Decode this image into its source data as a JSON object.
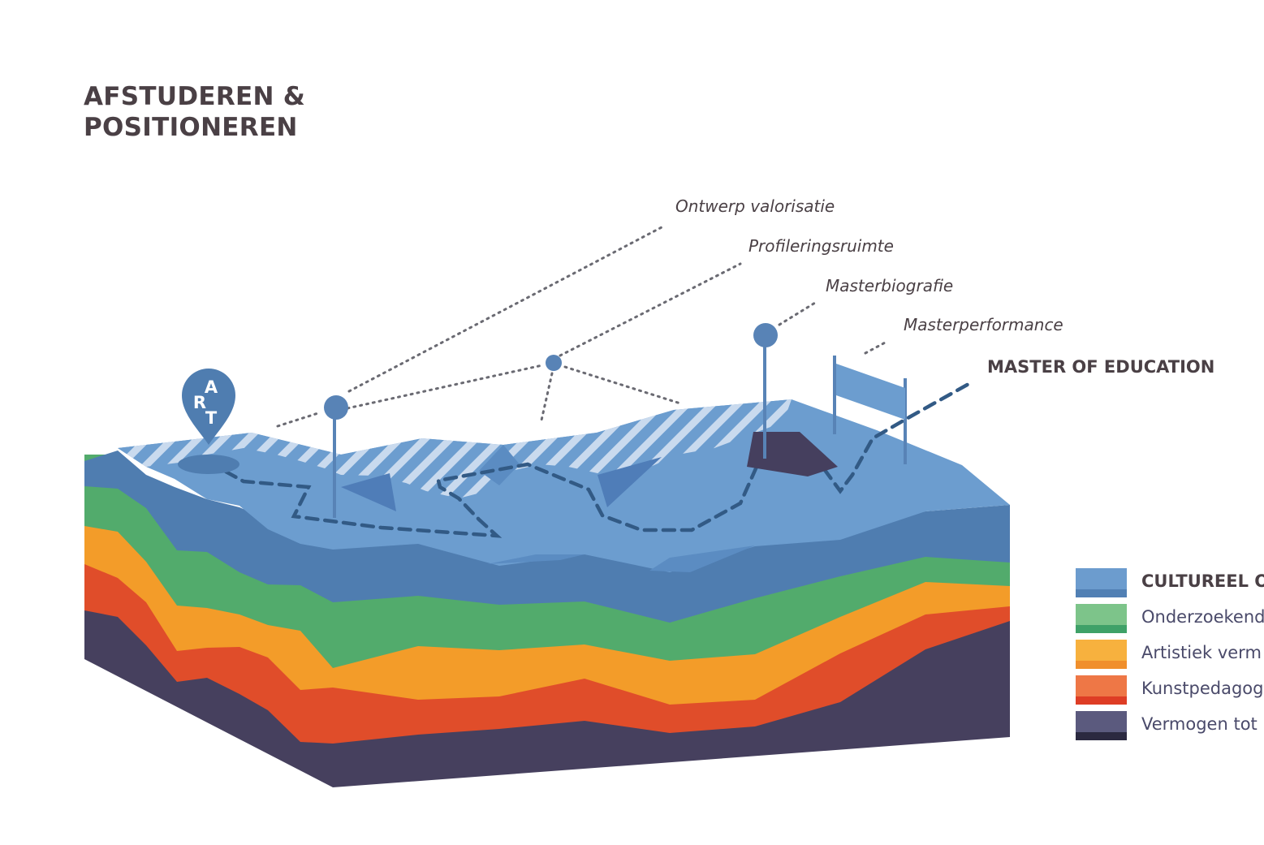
{
  "title": {
    "line1": "AFSTUDEREN &",
    "line2": "POSITIONEREN"
  },
  "pin": {
    "letters": [
      "A",
      "R",
      "T"
    ]
  },
  "labels": [
    {
      "id": "ontwerp",
      "text": "Ontwerp valorisatie"
    },
    {
      "id": "profilering",
      "text": "Profileringsruimte"
    },
    {
      "id": "masterbiografie",
      "text": "Masterbiografie"
    },
    {
      "id": "masterperformance",
      "text": "Masterperformance"
    }
  ],
  "master_label": "MASTER OF EDUCATION",
  "legend": [
    {
      "text": "CULTUREEL O",
      "color": "#6c9cce",
      "dark": "#5180b4",
      "bold": true
    },
    {
      "text": "Onderzoekend",
      "color": "#7dc48a",
      "dark": "#3fa168",
      "bold": false
    },
    {
      "text": "Artistiek verm",
      "color": "#f7b13e",
      "dark": "#f08f2c",
      "bold": false
    },
    {
      "text": "Kunstpedagog",
      "color": "#ee7746",
      "dark": "#de3d25",
      "bold": false
    },
    {
      "text": "Vermogen tot",
      "color": "#5b5a7e",
      "dark": "#2b2940",
      "bold": false
    }
  ],
  "colors": {
    "top_surface": "#6c9dcf",
    "blue_band": "#4f7db0",
    "green_band": "#52ab6c",
    "orange_band": "#f39c29",
    "red_band": "#e04d2a",
    "purple_band": "#46405e",
    "dark_patch": "#453f5e",
    "accent_blue": "#5883b6",
    "path": "#325a85",
    "dotted": "#6a6a72",
    "text": "#4a4045"
  }
}
